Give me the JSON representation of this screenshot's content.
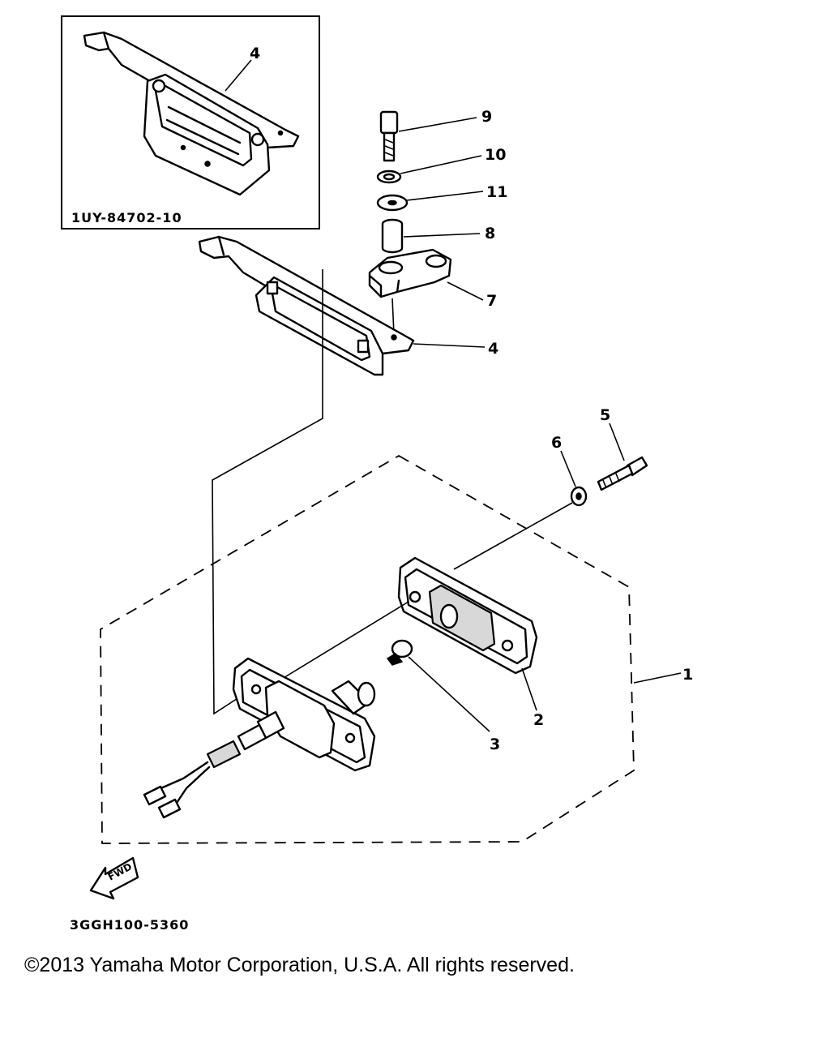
{
  "diagram": {
    "inset_code": "1UY-84702-10",
    "drawing_code": "3GGH100-5360",
    "fwd_label": "FWD",
    "callouts": {
      "c1": "1",
      "c2": "2",
      "c3": "3",
      "c4_inset": "4",
      "c4_main": "4",
      "c5": "5",
      "c6": "6",
      "c7": "7",
      "c8": "8",
      "c9": "9",
      "c10": "10",
      "c11": "11"
    }
  },
  "footer": {
    "copyright": "©2013 Yamaha Motor Corporation, U.S.A. All rights reserved."
  }
}
